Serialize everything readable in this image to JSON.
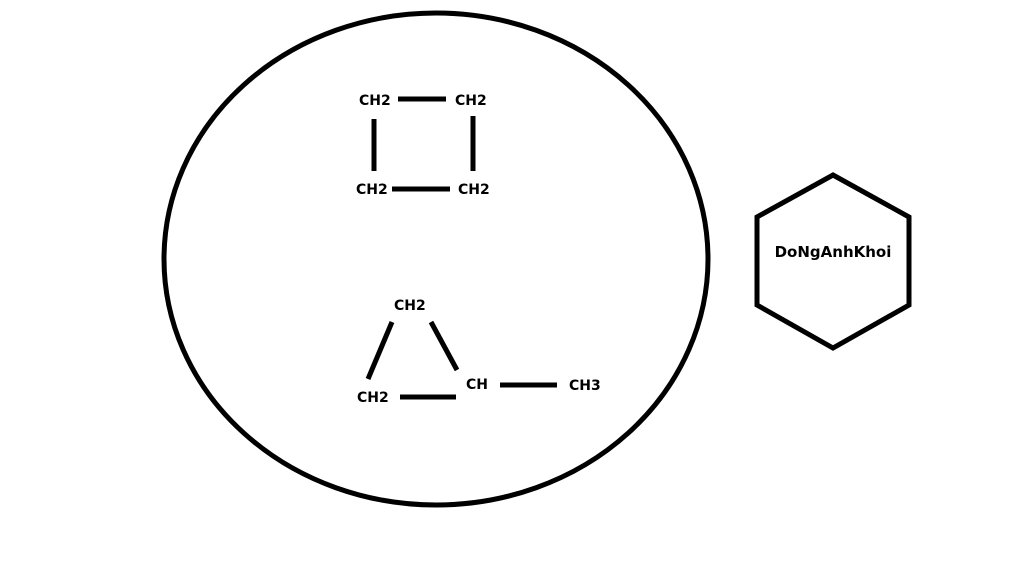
{
  "diagram": {
    "cyclobutane": {
      "atoms": [
        "CH2",
        "CH2",
        "CH2",
        "CH2"
      ]
    },
    "methylcyclopropane": {
      "atoms": [
        "CH2",
        "CH2",
        "CH",
        "CH3"
      ]
    },
    "hexagon_label": "DoNgAnhKhoi",
    "colors": {
      "stroke": "#000000",
      "background": "#ffffff"
    }
  }
}
